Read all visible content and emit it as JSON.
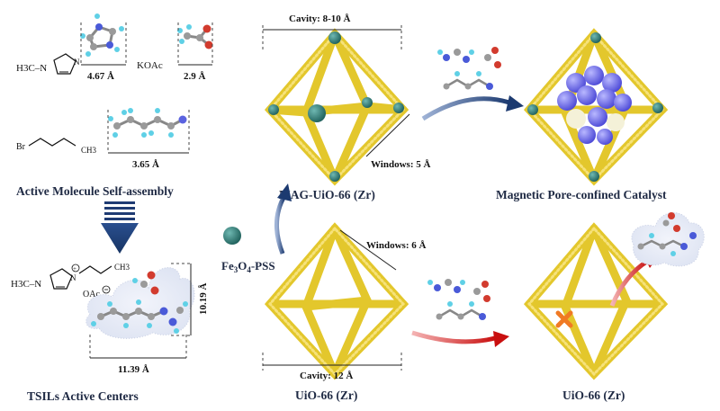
{
  "labels": {
    "active_self_assembly": "Active Molecule Self-assembly",
    "tsils_centers": "TSILs Active Centers",
    "mag_uio": "MAG-UiO-66 (Zr)",
    "uio_bottom": "UiO-66 (Zr)",
    "uio_right": "UiO-66 (Zr)",
    "magnetic_catalyst": "Magnetic Pore-confined Catalyst",
    "fe3o4": "Fe3O4-PSS"
  },
  "dimensions": {
    "imidazole": "4.67 Å",
    "koac_width": "2.9 Å",
    "bromobutane": "3.65 Å",
    "tsil_height": "10.19 Å",
    "tsil_width": "11.39 Å",
    "mag_cavity": "Cavity: 8-10 Å",
    "mag_windows": "Windows: 5 Å",
    "uio_windows": "Windows: 6 Å",
    "uio_cavity": "Cavity: 12 Å"
  },
  "formulas": {
    "methylimidazole": "H3C–N",
    "koac": "KOAc",
    "bromobutane_br": "Br",
    "bromobutane_ch3": "CH3",
    "tsil_h3c": "H3C–N",
    "tsil_ch3": "CH3",
    "tsil_oac": "OAc"
  },
  "colors": {
    "framework": "#e3c72c",
    "arrow_blue": "#1f3b73",
    "arrow_red": "#d41f1f",
    "cross": "#f07a24",
    "fe_sphere": "#2f7f7a",
    "label": "#1f2a44"
  }
}
